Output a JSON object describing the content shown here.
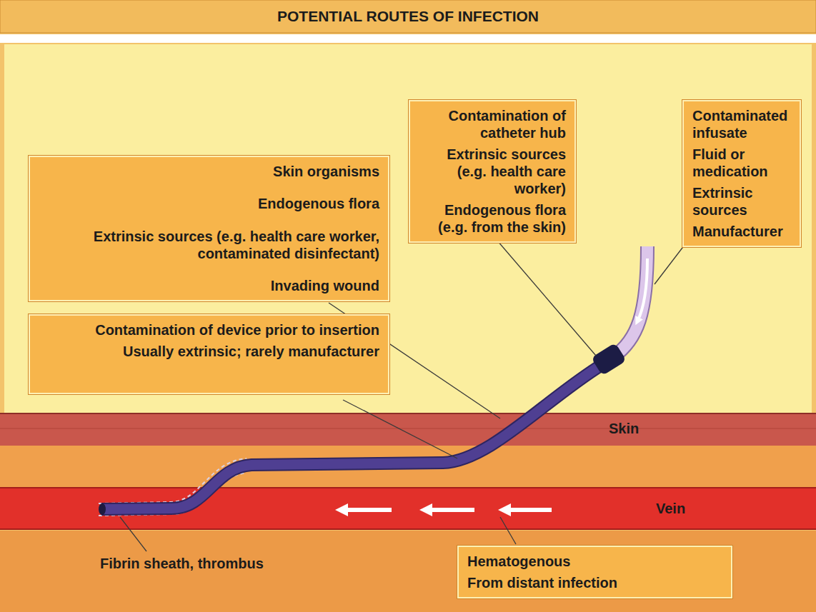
{
  "diagram": {
    "title": "POTENTIAL ROUTES OF INFECTION",
    "nodes": [
      {
        "text": [
          "Skin organisms",
          "Endogenous flora",
          "Extrinsic sources (e.g. health care worker, contaminated disinfectant)",
          "Invading wound"
        ]
      },
      {
        "text": [
          "Contamination of catheter hub",
          "Extrinsic sources (e.g. health care worker)",
          "Endogenous flora (e.g. from the skin)"
        ]
      },
      {
        "text": [
          "Contaminated infusate",
          "Fluid or medication",
          "Extrinsic sources",
          "Manufacturer"
        ]
      },
      {
        "text": [
          "Contamination of device prior to insertion",
          "Usually extrinsic; rarely manufacturer"
        ]
      },
      {
        "text": [
          "Hematogenous",
          "From distant infection"
        ]
      }
    ],
    "labels": [
      "Skin",
      "Vein",
      "Fibrin sheath, thrombus"
    ]
  }
}
